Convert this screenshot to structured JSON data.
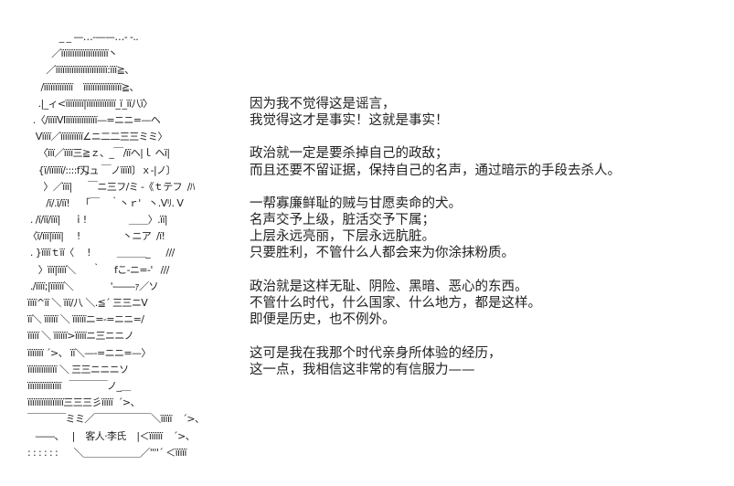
{
  "ascii_art": {
    "caption": "客人·李氏",
    "lines": [
      "            _ _ —…-——…- -..",
      "         ／ïïïïïïïïïïïïïïïïïïïïï丶",
      "       ／ïïïïïïïïïïïïïïïïïïïïïïï:ïïï≧、",
      "     /ïïïïïïïïïïïïï    ïïïïïïïïïïïïïïïïï≧、",
      "    .|_ィ<ïïïïïïïï|ïïïïïïïïïïïïï_ï_ïï八ï〉",
      "  .〈/ïïïïⅥïïïïïïïïïïïïïï—=ニニ=—ヘ",
      "   Vïïïï／ïïïïïïïïïï∠ニ二二三三ミミ〉",
      "    〈ïïï／ïïïï三≧ｚ、_￣/ïïヘ|ｌ ヘï|",
      "    {ï/ïïïïïï/::::f刄ュ ￣ノïïïïl〕ｘ‐|ノ〕",
      "      〉／ïïï|      ￣ニ三フ/ミ -《ｔテフ  /ﾊ",
      "       /ï/.ï/ïï!    「￣    ｀丶ｒ'   丶.Vﾘ. V",
      " . /ï/ïï/ïïï|     ｉ!                ＿＿〉.ïï|",
      "〈ï/ïïï|ïïïï|     !                丶ニア  /ï!",
      " . }ïïïïｔïï〈     !          ＿＿＿_      ///",
      "    〉ïïï|ïïïï＼      ｀     fこ-ニ=-'   ///",
      " ./ïïïï;|ïïïïïï＼              '‐――ｧ／ソ",
      "ïïïï^ïï ＼ ïïï/八 ＼.≦´ 三三ニV",
      "ïï＼ ïïïïïï ＼ ïïïïïïニ=-=ニニ=/",
      "ïïïïï ＼ ïïïïïï>ïïïïïニ三ニニノ",
      "ïïïïïïï ´>、 ïï＼—-=ニニ=—〉",
      "ïïïïïïïïïïïïï ＼ 三三ニニニソ",
      "ïïïïïïïïïïïïïïï   ￣￣￣￣ノ_＿",
      "ïïïïïïïïïïïïïïïï三三三彡ïïïïï  ´>、",
      "￣￣￣￣ミミ／￣￣￣￣￣￣＼ïïïïï    ´>、",
      "   ――、   |    客人·李氏    |＜ïïïïïï    ´>、",
      ": : : : : :      ＼＿＿＿＿＿＿／''''´ ＜ïïïïï"
    ]
  },
  "dialogue": [
    "",
    "",
    "",
    "",
    "因为我不觉得这是谣言，",
    "我觉得这才是事实！这就是事实！",
    "",
    "政治就一定是要杀掉自己的政敌；",
    "而且还要不留证据，保持自己的名声，通过暗示的手段去杀人。",
    "",
    "一帮寡廉鲜耻的贼与甘愿卖命的犬。",
    "名声交予上级，脏活交予下属；",
    "上层永远亮丽，下层永远肮脏。",
    "只要胜利，不管什么人都会来为你涂抹粉质。",
    "",
    "政治就是这样无耻、阴险、黑暗、恶心的东西。",
    "不管什么时代，什么国家、什么地方，都是这样。",
    "即便是历史，也不例外。",
    "",
    "这可是我在我那个时代亲身所体验的经历，",
    "这一点，我相信这非常的有信服力——"
  ]
}
